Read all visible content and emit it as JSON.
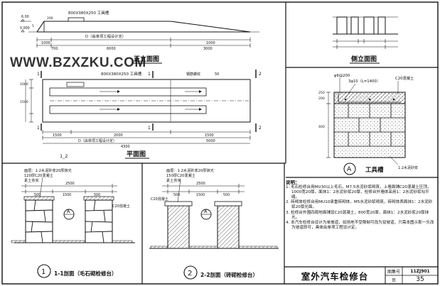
{
  "watermark": "WWW.BZXZKU.COM",
  "views": {
    "front": {
      "title": "正立面图",
      "beam": "800X380X250 工具槽",
      "bottom": "D（由单项工程设计定）",
      "dims": [
        "1000",
        "6000",
        "1000",
        "3000",
        "700"
      ],
      "elev": [
        "6.00",
        "0.000",
        "200",
        "5"
      ]
    },
    "side": {
      "title": "侧立面图"
    },
    "plan": {
      "title": "平面图",
      "beam": "800X380X250 工具槽",
      "dims": [
        "1500",
        "2000",
        "1500",
        "5000",
        "D（由单项工程设计定）",
        "1000",
        "1500",
        "4300"
      ],
      "marks": [
        "1",
        "1",
        "1",
        "1",
        "2",
        "2"
      ],
      "cut": "1_2",
      "pipe": "50",
      "stud": "钢筋螺纹"
    },
    "detail_a": {
      "label": "A",
      "title": "工具槽",
      "rebar": "φ6@200",
      "rebar2": "3φ10（L=1400）",
      "concrete": "C20混凝土",
      "mortar": "1:2水泥砂浆",
      "dims": [
        "400",
        "200",
        "250"
      ]
    },
    "sec1": {
      "num": "1",
      "title": "1-1剖面（毛石砌检修台）",
      "notes": [
        "面层：1:2水泥砂浆20厚抹光",
        "120厚C20混凝土",
        "素土夯实"
      ],
      "dims": [
        "2500",
        "500",
        "1500",
        "500"
      ],
      "mark": "A",
      "label": "C20混凝土"
    },
    "sec2": {
      "num": "2",
      "title": "2-2剖面（砖砌检修台）",
      "notes": [
        "面层：1:2水泥砂浆20厚抹光",
        "150厚C20混凝土",
        "素土夯实"
      ],
      "dims": [
        "2500",
        "500",
        "1500",
        "500"
      ],
      "mark": "A",
      "label": "C20混凝土"
    }
  },
  "notes": {
    "title": "说明：",
    "items": [
      "1. 毛石检修台用MU30以上毛石，M7.5水泥砂浆砌筑，上墙面铺C20混凝土压顶，1000宽20厚，面抹1：2水泥砂浆20厚，检修台外墙体采用1：2水泥砂浆勾平缝。",
      "2. 砖砌体检修台用MU10承重砖砌体，M5水泥砂浆砌筑，砖砌体表面抹1：2水泥砂浆20厚光面。",
      "3. 检修台外围四周地面铺设C20混凝土，800宽20厚，面抹1：2水泥砂浆20厚抹光。",
      "4. 本汽车检修台设计为单坡道，如场地不受限制可改为双坡道，只需本图示那一头改为坡道即可，具体由单项工程设计定。"
    ]
  },
  "title_block": {
    "title": "室外汽车检修台",
    "atlas_label": "图集号",
    "atlas_no": "11ZJ901",
    "page_label": "页",
    "page_no": "35"
  }
}
